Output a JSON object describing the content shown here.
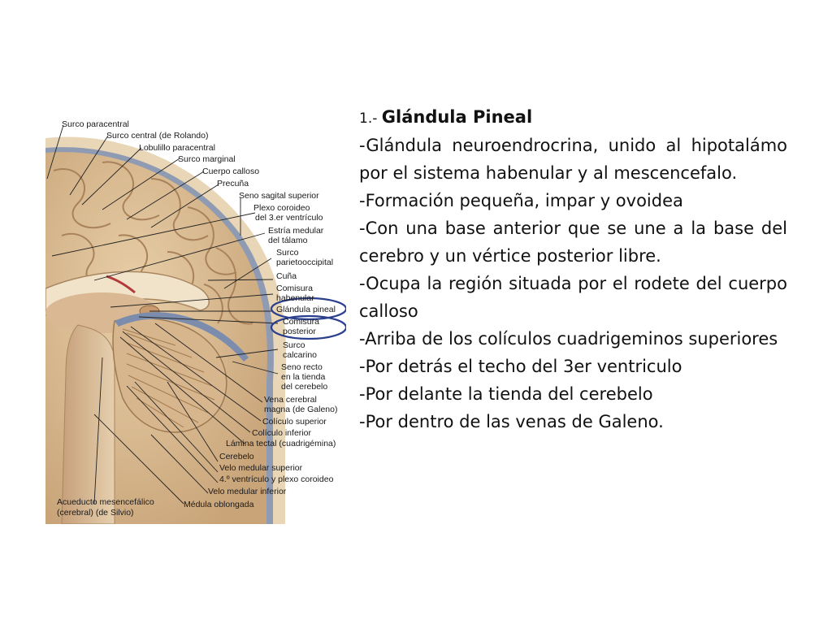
{
  "slide": {
    "title_number": "1.- ",
    "title": "Glándula Pineal",
    "paragraphs": [
      " -Glándula neuroendrocrina, unido al hipotalámo por el sistema habenular y al mescencefalo.",
      "-Formación pequeña, impar y ovoidea",
      "-Con una base anterior que se une a la base del cerebro y un vértice posterior libre.",
      "-Ocupa la región situada por el rodete del cuerpo calloso",
      "-Arriba de los colículos cuadrigeminos superiores",
      "-Por detrás el techo del 3er ventriculo",
      "-Por delante la tienda del cerebelo",
      "-Por dentro de las venas de Galeno."
    ]
  },
  "figure": {
    "labels": [
      "Surco paracentral",
      "Surco central (de Rolando)",
      "Lobulillo paracentral",
      "Surco marginal",
      "Cuerpo calloso",
      "Precuña",
      "Seno sagital superior",
      "Plexo coroideo",
      "del 3.er ventrículo",
      "Estría medular",
      "del tálamo",
      "Surco",
      "parietooccipital",
      "Cuña",
      "Comisura",
      "habenular",
      "Glándula pineal",
      "Comisura",
      "posterior",
      "Surco",
      "calcarino",
      "Seno recto",
      "en la tienda",
      "del cerebelo",
      "Vena cerebral",
      "magna (de Galeno)",
      "Colículo superior",
      "Colículo inferior",
      "Lámina tectal (cuadrigémina)",
      "Cerebelo",
      "Velo medular superior",
      "4.º ventrículo y plexo coroideo",
      "Velo medular inferior",
      "Acueducto mesencefálico",
      "(cerebral) (de Silvio)",
      "Médula oblongada"
    ],
    "highlight_color": "#2b3f8f"
  }
}
